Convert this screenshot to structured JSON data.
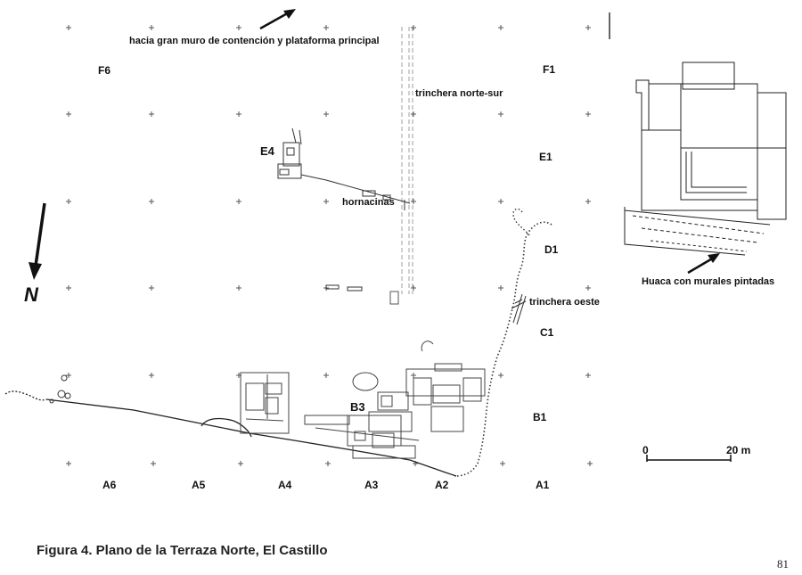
{
  "grid_labels": {
    "F6": "F6",
    "F1": "F1",
    "E4": "E4",
    "E1": "E1",
    "D1": "D1",
    "C1": "C1",
    "B3": "B3",
    "B1": "B1",
    "A6": "A6",
    "A5": "A5",
    "A4": "A4",
    "A3": "A3",
    "A2": "A2",
    "A1": "A1"
  },
  "annotations": {
    "main_wall": "hacia gran muro de contención y plataforma principal",
    "trench_ns": "trinchera norte-sur",
    "niches": "hornacinas",
    "huaca": "Huaca con murales pintadas",
    "trench_west": "trinchera oeste"
  },
  "north_label": "N",
  "scale": {
    "start": "0",
    "end": "20 m"
  },
  "caption": "Figura 4. Plano de la Terraza Norte, El Castillo",
  "page_number": "81"
}
